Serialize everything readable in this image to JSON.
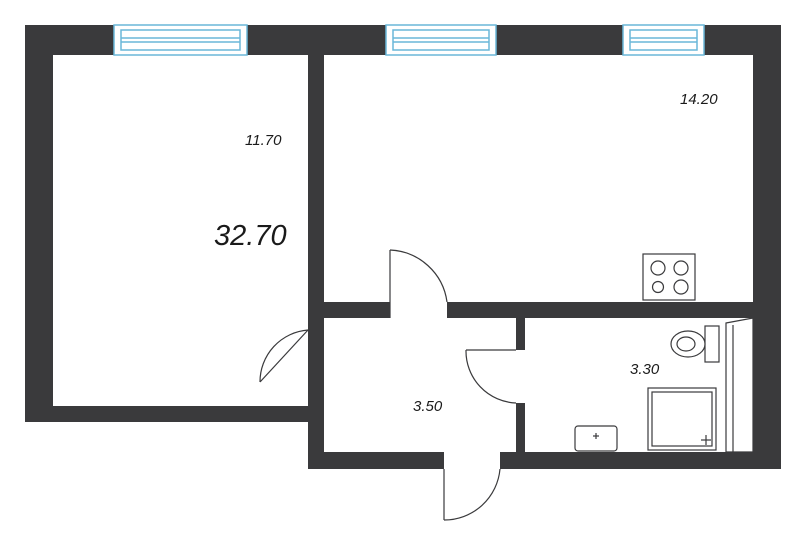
{
  "total_area": "32.70",
  "rooms": {
    "room_left_area": "11.70",
    "room_kitchen_area": "14.20",
    "hall_area": "3.50",
    "bathroom_area": "3.30"
  },
  "colors": {
    "wall": "#3a3a3c",
    "window_frame": "#6ab7d9",
    "window_fill": "#ffffff",
    "fixture_stroke": "#3a3a3c",
    "background": "#ffffff"
  }
}
